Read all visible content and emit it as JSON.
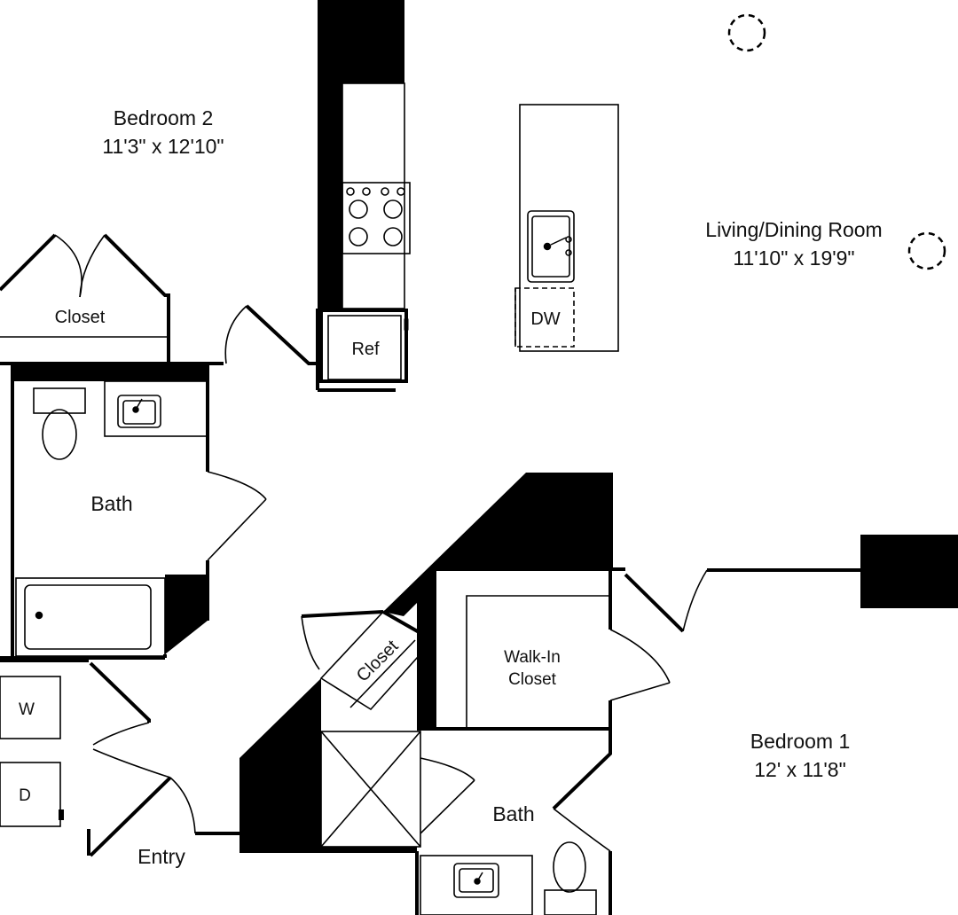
{
  "rooms": {
    "bedroom2": {
      "name": "Bedroom 2",
      "size": "11'3\" x 12'10\""
    },
    "living": {
      "name": "Living/Dining Room",
      "size": "11'10\" x 19'9\""
    },
    "bedroom1": {
      "name": "Bedroom 1",
      "size": "12' x 11'8\""
    },
    "bath_upper": {
      "name": "Bath"
    },
    "bath_lower": {
      "name": "Bath"
    },
    "closet_upper": {
      "name": "Closet"
    },
    "closet_diag": {
      "name": "Closet"
    },
    "walkin": {
      "line1": "Walk-In",
      "line2": "Closet"
    },
    "entry": {
      "name": "Entry"
    }
  },
  "fixtures": {
    "ref": "Ref",
    "dw": "DW",
    "washer": "W",
    "dryer": "D"
  },
  "colors": {
    "wall": "#000000",
    "background": "#ffffff",
    "text": "#111111"
  }
}
